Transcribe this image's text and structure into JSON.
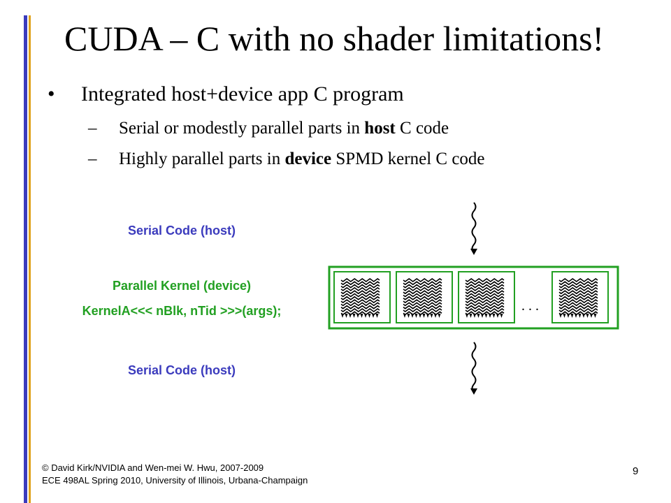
{
  "slide": {
    "title": "CUDA – C with no shader limitations!",
    "bullet": {
      "marker": "•",
      "text": "Integrated host+device app C program"
    },
    "subbullets": [
      {
        "marker": "–",
        "before": "Serial or modestly parallel parts in ",
        "bold": "host",
        "after": " C code"
      },
      {
        "marker": "–",
        "before": "Highly parallel parts in ",
        "bold": "device",
        "after": " SPMD kernel C code"
      }
    ],
    "labels": {
      "serial_top": "Serial Code (host)",
      "parallel": "Parallel Kernel (device)",
      "kernel_call": "KernelA<<< nBlk, nTid >>>(args);",
      "serial_bottom": "Serial Code (host)"
    },
    "ellipsis": ". . .",
    "footer": {
      "line1": "© David Kirk/NVIDIA and Wen-mei W. Hwu, 2007-2009",
      "line2": "ECE 498AL Spring 2010, University of Illinois, Urbana-Champaign"
    },
    "page_number": "9"
  },
  "colors": {
    "accent_blue": "#3b3bbd",
    "accent_gold": "#e0a21a",
    "kernel_green": "#22a022"
  },
  "icons": [
    "serial-thread-squiggle-icon",
    "thread-bundle-icon"
  ]
}
